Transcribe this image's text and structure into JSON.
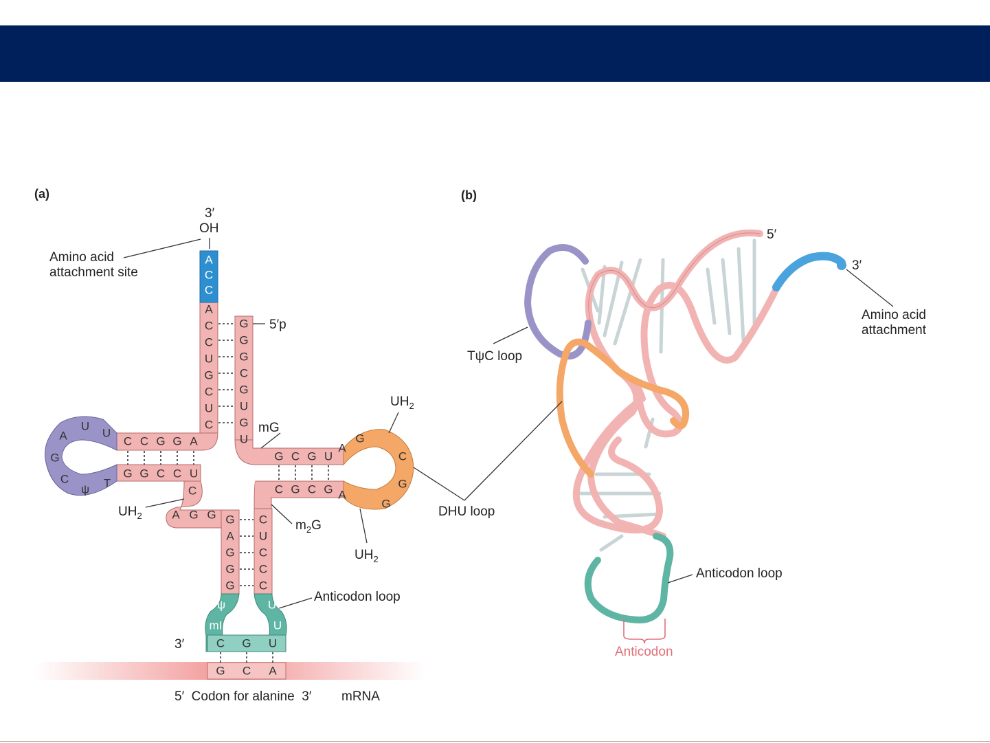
{
  "colors": {
    "header": "#00205b",
    "stem": "#f2b3b3",
    "acceptor": "#2e8fd0",
    "tpsi_loop": "#9a93c8",
    "dhu_loop": "#f4a766",
    "anticodon_loop": "#5fb5a4",
    "mrna": "#f3a0a0",
    "anticodon_label": "#e0707a"
  },
  "panel_a": {
    "label": "(a)",
    "three_prime": "3′",
    "oh": "OH",
    "amino_line1": "Amino acid",
    "amino_line2": "attachment site",
    "five_p": "5′p",
    "acceptor_top": [
      "A",
      "C",
      "C"
    ],
    "acceptor_left": [
      "A",
      "C",
      "C",
      "U",
      "G",
      "C",
      "U",
      "C"
    ],
    "acceptor_right": [
      "G",
      "G",
      "G",
      "C",
      "G",
      "U",
      "G",
      "U"
    ],
    "tpsi_top": [
      "C",
      "C",
      "G",
      "G",
      "A"
    ],
    "tpsi_loop": [
      "U",
      "U",
      "A",
      "G",
      "C",
      "ψ",
      "T"
    ],
    "tpsi_bottom": [
      "G",
      "G",
      "C",
      "C",
      "U"
    ],
    "variable": [
      "C",
      "G",
      "G",
      "A"
    ],
    "dhu_top": [
      "G",
      "C",
      "G",
      "U"
    ],
    "dhu_loop": [
      "A",
      "G",
      "C",
      "G",
      "G",
      "A"
    ],
    "dhu_bottom": [
      "C",
      "G",
      "C",
      "G"
    ],
    "ac_left": [
      "G",
      "A",
      "G",
      "G",
      "G"
    ],
    "ac_right": [
      "C",
      "U",
      "C",
      "C",
      "C"
    ],
    "ac_loop_left": [
      "ψ",
      "mI"
    ],
    "ac_loop_right": [
      "U",
      "U"
    ],
    "anticodon": [
      "C",
      "G",
      "U"
    ],
    "codon": [
      "G",
      "C",
      "A"
    ],
    "mg": "mG",
    "m2g": "m2G",
    "uh2_a": "UH2",
    "uh2_b": "UH2",
    "uh2_c": "UH2",
    "anticodon_loop": "Anticodon loop",
    "three_prime_bottom": "3′",
    "codon_caption": "5′  Codon for alanine  3′",
    "mrna": "mRNA"
  },
  "panel_b": {
    "label": "(b)",
    "five_prime": "5′",
    "three_prime": "3′",
    "amino_line1": "Amino acid",
    "amino_line2": "attachment",
    "tpsic_loop": "TψC loop",
    "dhu_loop": "DHU loop",
    "anticodon_loop": "Anticodon loop",
    "anticodon": "Anticodon"
  }
}
